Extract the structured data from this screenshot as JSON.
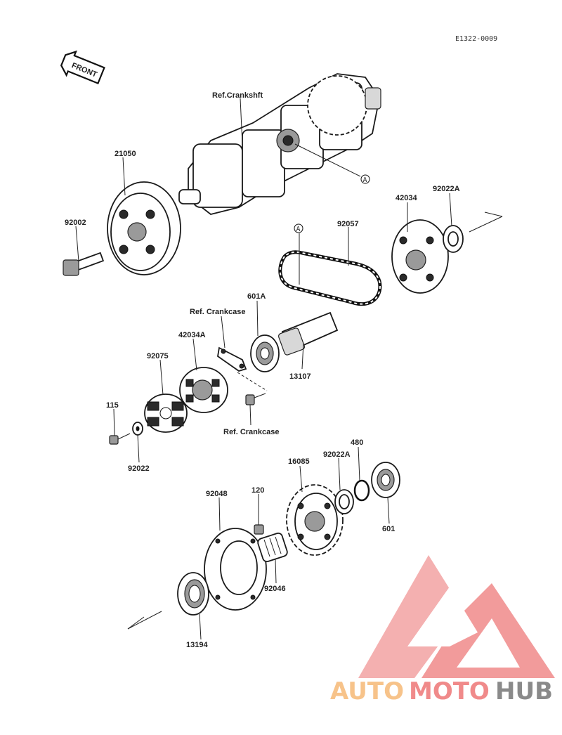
{
  "diagram_code": "E1322-0009",
  "front_label": "FRONT",
  "callout_a": "A",
  "parts": {
    "p21050": "21050",
    "p92002": "92002",
    "crankshaft": "Ref.Crankshft",
    "p42034": "42034",
    "p92022A_top": "92022A",
    "p92057": "92057",
    "p601A": "601A",
    "crankcase_top": "Ref. Crankcase",
    "p42034A": "42034A",
    "p92075": "92075",
    "p13107": "13107",
    "p115": "115",
    "p92022": "92022",
    "crankcase_bottom": "Ref. Crankcase",
    "p480": "480",
    "p16085": "16085",
    "p92022A_low": "92022A",
    "p92048": "92048",
    "p120": "120",
    "p601": "601",
    "p92046": "92046",
    "p13194": "13194"
  },
  "watermark": {
    "part1": "AUTO",
    "part2": "MOTO",
    "part3": "HUB",
    "color_light": "#f7c38a",
    "color_red": "#f08a8a",
    "color_gray": "#8a8a8a"
  }
}
